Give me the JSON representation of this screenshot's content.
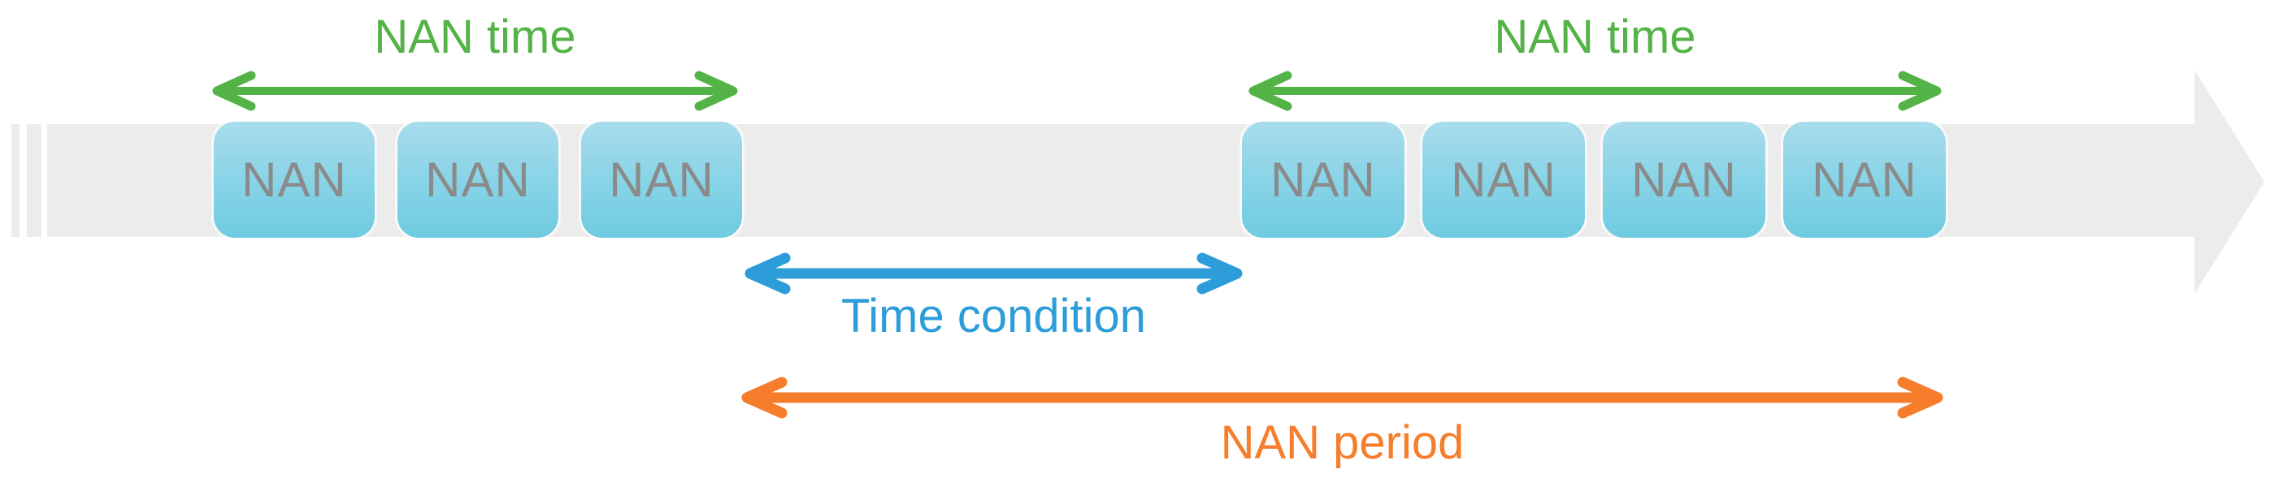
{
  "colors": {
    "green": "#53b347",
    "blue": "#2c9dd9",
    "orange": "#f67d2c",
    "timeline": "#ececec",
    "box_top": "#a9dcec",
    "box_bottom": "#6fcbe1",
    "box_text": "#8a8a8a"
  },
  "groups": {
    "left": {
      "label": "NAN time",
      "boxes": [
        "NAN",
        "NAN",
        "NAN"
      ]
    },
    "right": {
      "label": "NAN time",
      "boxes": [
        "NAN",
        "NAN",
        "NAN",
        "NAN"
      ]
    }
  },
  "annotations": {
    "time_condition": "Time condition",
    "nan_period": "NAN period"
  }
}
